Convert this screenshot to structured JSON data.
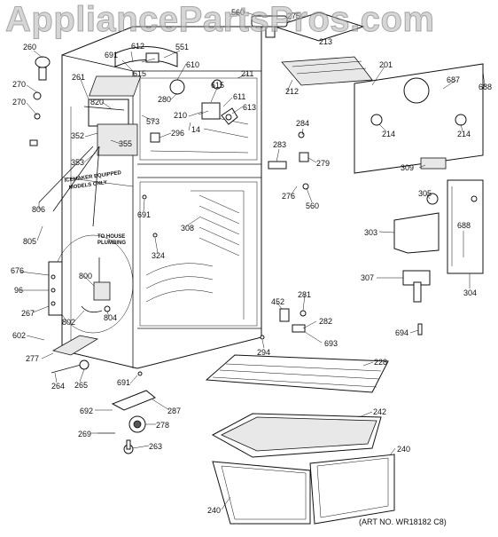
{
  "watermark": "AppliancePartsPros.com",
  "art_number": "(ART NO. WR18182 C8)",
  "notes": {
    "icemaker": [
      "ICEMAKER EQUIPPED",
      "MODELS ONLY"
    ],
    "plumbing": [
      "TO HOUSE",
      "PLUMBING"
    ]
  },
  "labels": [
    "560",
    "275",
    "213",
    "260",
    "612",
    "551",
    "691",
    "610",
    "201",
    "211",
    "615",
    "280",
    "212",
    "270",
    "261",
    "687",
    "688",
    "820",
    "615",
    "611",
    "573",
    "210",
    "613",
    "14",
    "270",
    "284",
    "214",
    "214",
    "296",
    "352",
    "355",
    "353",
    "283",
    "279",
    "309",
    "276",
    "806",
    "560",
    "305",
    "805",
    "691",
    "308",
    "303",
    "688",
    "324",
    "676",
    "800",
    "96",
    "307",
    "304",
    "267",
    "452",
    "281",
    "802",
    "804",
    "282",
    "602",
    "693",
    "694",
    "294",
    "277",
    "228",
    "264",
    "265",
    "691",
    "692",
    "287",
    "242",
    "269",
    "278",
    "263",
    "240",
    "240"
  ],
  "colors": {
    "ink": "#111111",
    "watermark": "#b4b4b4"
  }
}
